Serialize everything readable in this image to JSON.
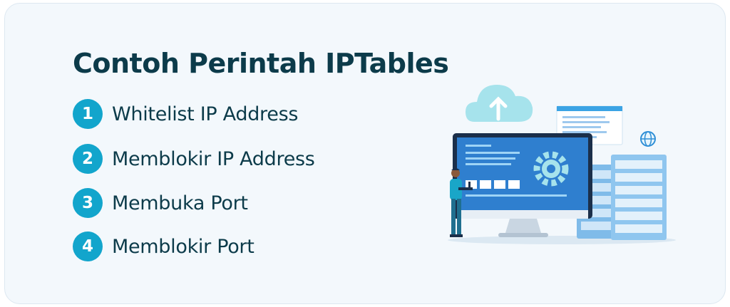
{
  "title": "Contoh Perintah IPTables",
  "items": [
    {
      "number": "1",
      "label": "Whitelist IP Address"
    },
    {
      "number": "2",
      "label": "Memblokir IP Address"
    },
    {
      "number": "3",
      "label": "Membuka Port"
    },
    {
      "number": "4",
      "label": "Memblokir Port"
    }
  ],
  "illustration": {
    "icons": [
      "cloud-upload-icon",
      "globe-icon",
      "gear-icon"
    ],
    "colors": {
      "accent": "#12a5cc",
      "text": "#0c3b4a",
      "screen": "#2f7fcf",
      "server": "#8fc6ef"
    }
  }
}
